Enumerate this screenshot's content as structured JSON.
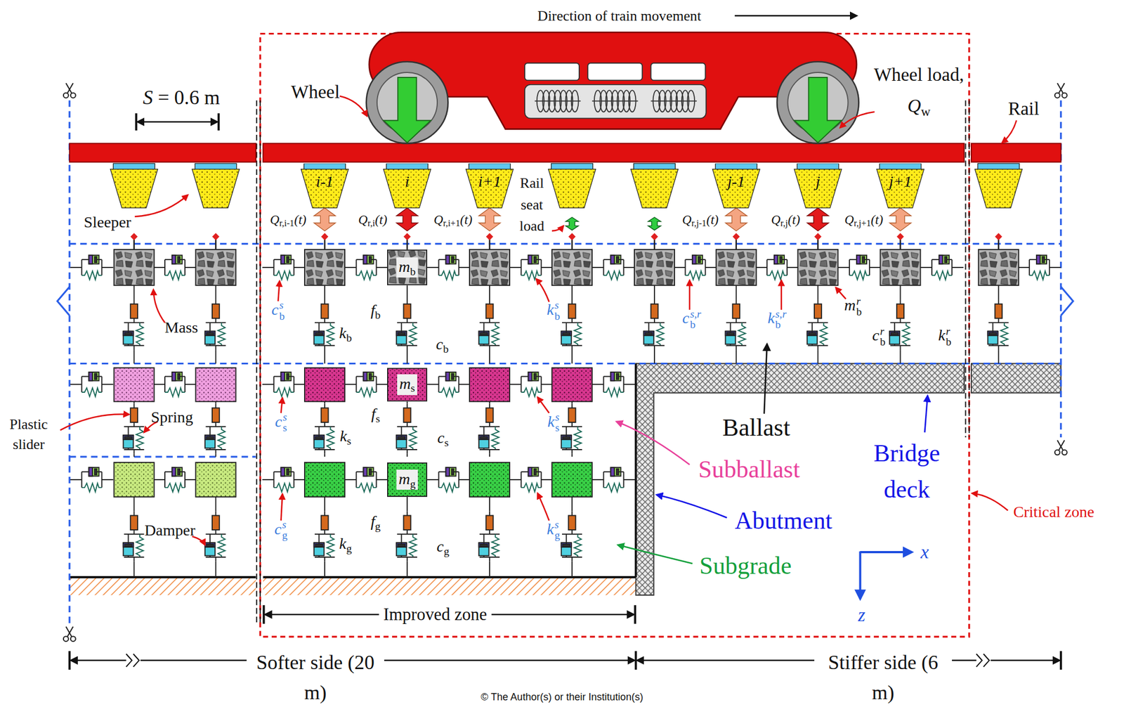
{
  "diagram": {
    "nodes": [
      {
        "text": [
          "i-1"
        ]
      },
      {
        "text": [
          "i"
        ]
      },
      {
        "text": [
          "i+1"
        ]
      },
      {
        "text": [
          "j-1"
        ]
      },
      {
        "text": [
          "j"
        ]
      },
      {
        "text": [
          "j+1"
        ]
      },
      {
        "text": [
          "mb"
        ]
      },
      {
        "text": [
          "ms"
        ]
      },
      {
        "text": [
          "mg"
        ]
      }
    ],
    "labels": [
      "Direction of train movement",
      "S = 0.6 m",
      "Wheel",
      "Wheel load, Qw",
      "Rail",
      "Rail seat load",
      "Qr,i-1(t)",
      "Qr,i(t)",
      "Qr,i+1(t)",
      "Qr,j-1(t)",
      "Qr,j(t)",
      "Qr,j+1(t)",
      "Sleeper",
      "Mass",
      "fb",
      "kb",
      "cb",
      "cbs",
      "kbs",
      "cbs,r",
      "kbs,r",
      "mbr",
      "cbr",
      "kbr",
      "Plastic slider",
      "Spring",
      "css",
      "fs",
      "ks",
      "cs",
      "kss",
      "Ballast",
      "Subballast",
      "Bridge deck",
      "Abutment",
      "Subgrade",
      "Critical zone",
      "Damper",
      "cgs",
      "fg",
      "kg",
      "cg",
      "kgs",
      "x",
      "z",
      "Improved zone",
      "Softer side (20 m)",
      "Stiffer side (6 m)",
      "© The Author(s) or their Institution(s)"
    ]
  }
}
